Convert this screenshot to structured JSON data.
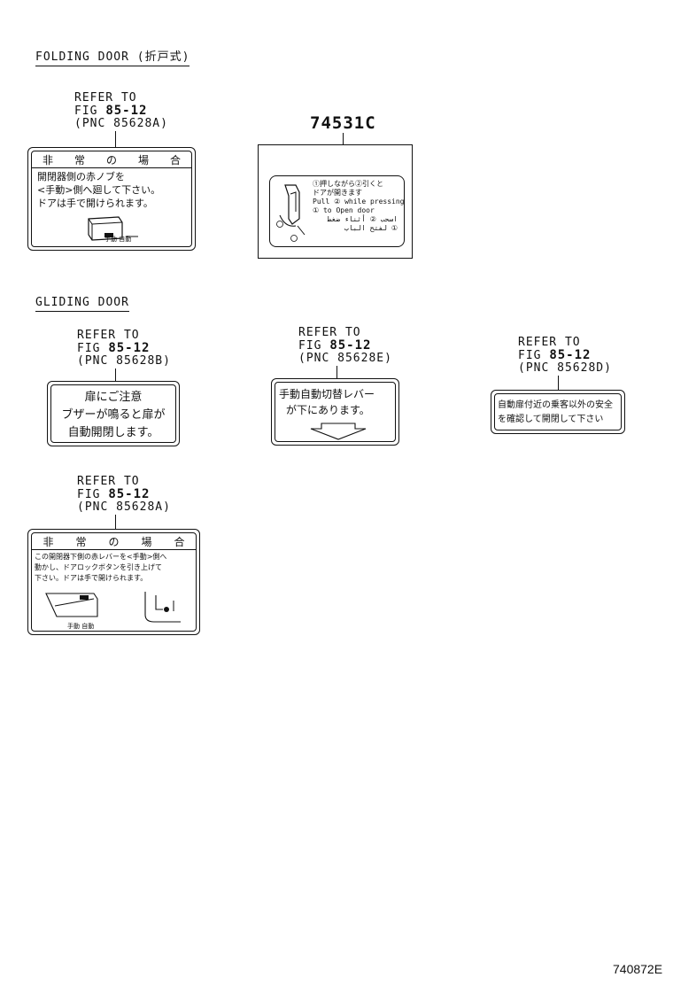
{
  "sections": {
    "folding": "FOLDING DOOR (折戸式)",
    "gliding": "GLIDING DOOR"
  },
  "callouts": [
    {
      "refer": "REFER TO",
      "fig_prefix": "FIG ",
      "fig": "85-12",
      "pnc": "(PNC 85628A)"
    },
    {
      "refer": "REFER TO",
      "fig_prefix": "FIG ",
      "fig": "85-12",
      "pnc": "(PNC 85628B)"
    },
    {
      "refer": "REFER TO",
      "fig_prefix": "FIG ",
      "fig": "85-12",
      "pnc": "(PNC 85628E)"
    },
    {
      "refer": "REFER TO",
      "fig_prefix": "FIG ",
      "fig": "85-12",
      "pnc": "(PNC 85628D)"
    },
    {
      "refer": "REFER TO",
      "fig_prefix": "FIG ",
      "fig": "85-12",
      "pnc": "(PNC 85628A)"
    }
  ],
  "part_number": "74531C",
  "labels": {
    "emergency_header": [
      "非",
      "常",
      "の",
      "場",
      "合"
    ],
    "folding_label": [
      "開閉器側の赤ノブを",
      "<手動>側へ廻して下さい。",
      "ドアは手で開けられます。"
    ],
    "folding_icon_text": "手動  自動",
    "door_sticker": [
      "①押しながら②引くと",
      "ドアが開きます",
      "Pull ② while pressing",
      "① to Open door",
      "اسحب ② أثناء ضغط",
      "① لفتح الباب"
    ],
    "gliding_b": [
      "扉にご注意",
      "ブザーが鳴ると扉が",
      "自動開閉します。"
    ],
    "gliding_e": [
      "手動自動切替レバー",
      "が下にあります。"
    ],
    "gliding_d": [
      "自動扉付近の乗客以外の安全",
      "を確認して開閉して下さい"
    ],
    "gliding_a": [
      "この開閉器下側の赤レバーを<手動>側へ",
      "動かし、ドアロックボタンを引き上げて",
      "下さい。ドアは手で開けられます。"
    ],
    "gliding_a_icon_text": "手動  自動"
  },
  "footer_code": "740872E"
}
